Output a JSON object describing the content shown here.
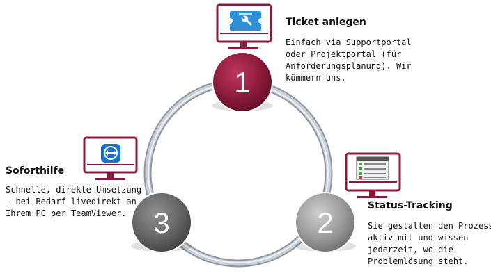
{
  "steps": [
    {
      "number": "1",
      "title": "Ticket anlegen",
      "description_lines": [
        "Einfach via Supportportal",
        "oder Projektportal (für",
        "Anforderungsplanung). Wir",
        "kümmern uns."
      ],
      "icon": "ticket-wrench-monitor-icon",
      "color": "#8b1a3a"
    },
    {
      "number": "2",
      "title": "Status-Tracking",
      "description_lines": [
        "Sie gestalten den Prozess",
        "aktiv mit und wissen",
        "jederzeit, wo die",
        "Problemlösung steht."
      ],
      "icon": "checklist-monitor-icon",
      "color": "#9a9a9a"
    },
    {
      "number": "3",
      "title": "Soforthilfe",
      "description_lines": [
        "Schnelle, direkte Umsetzung",
        "– bei Bedarf livedirekt an",
        "Ihrem PC per TeamViewer."
      ],
      "icon": "teamviewer-monitor-icon",
      "color": "#646464"
    }
  ],
  "colors": {
    "monitor": "#8b1a3a",
    "ring": "#b9c0c8",
    "accent_blue": "#1a73c8"
  }
}
